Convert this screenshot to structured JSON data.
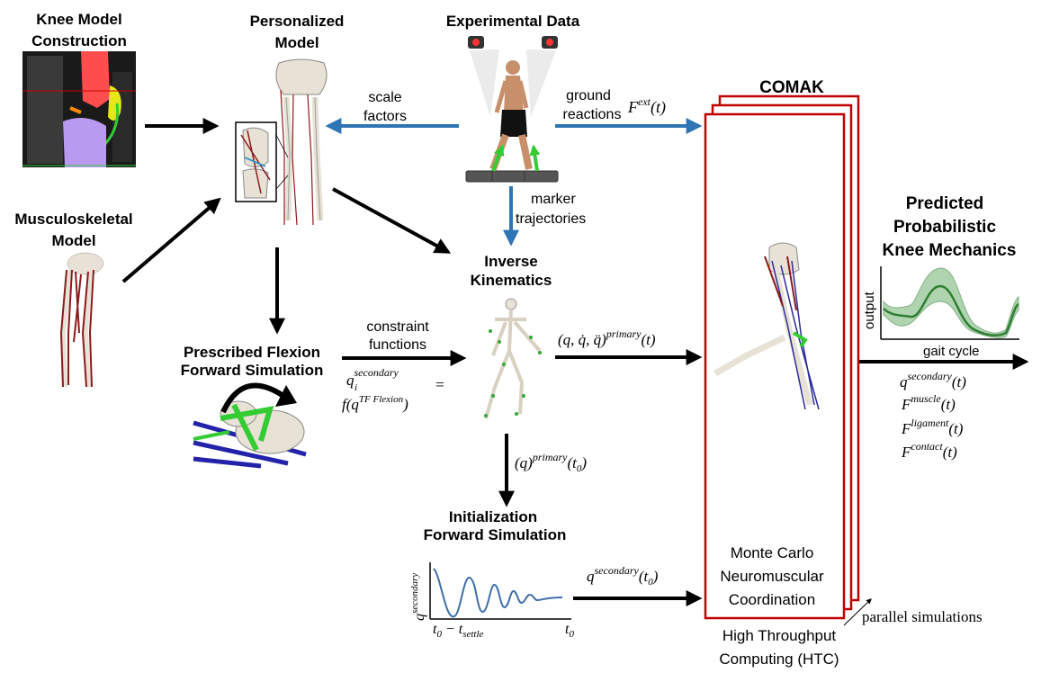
{
  "labels": {
    "knee_model": [
      "Knee Model",
      "Construction"
    ],
    "personalized": [
      "Personalized",
      "Model"
    ],
    "experimental": "Experimental Data",
    "comak": "COMAK",
    "musculoskeletal": [
      "Musculoskeletal",
      "Model"
    ],
    "scale_factors": [
      "scale",
      "factors"
    ],
    "ground_reactions": [
      "ground",
      "reactions"
    ],
    "fext": "F",
    "fext_sup": "ext",
    "fext_arg": "(t)",
    "marker_traj": [
      "marker",
      "trajectories"
    ],
    "inverse_kin": [
      "Inverse",
      "Kinematics"
    ],
    "predicted": [
      "Predicted",
      "Probabilistic",
      "Knee Mechanics"
    ],
    "output_axis": "output",
    "gait_axis": "gait cycle",
    "prescribed": [
      "Prescribed Flexion",
      "Forward Simulation"
    ],
    "constraint": [
      "constraint",
      "functions"
    ],
    "q_primary": "(q, q̇, q̈)",
    "q_primary_sup": "primary",
    "q_primary_arg": "(t)",
    "q_secondary_i": "q",
    "q_secondary_i_sub": "i",
    "q_secondary_i_sup": "secondary",
    "equals": "=",
    "f_flex": "f(q",
    "f_flex_sup": "TF Flexion",
    "f_flex_close": ")",
    "q0_primary": "(q)",
    "q0_primary_sup": "primary",
    "q0_primary_arg": "(t",
    "q0_sub": "0",
    "q0_close": ")",
    "initialization": [
      "Initialization",
      "Forward Simulation"
    ],
    "q_secondary_axis": "q",
    "q_secondary_axis_sup": "secondary",
    "t0_minus": "t",
    "t0_minus_sub": "0",
    "t_settle": " − t",
    "t_settle_sub": "settle",
    "t0_end": "t",
    "t0_end_sub": "0",
    "q_sec_t0": "q",
    "q_sec_t0_sup": "secondary",
    "q_sec_t0_arg": "(t",
    "q_sec_t0_sub": "0",
    "q_sec_t0_close": ")",
    "monte_carlo": [
      "Monte Carlo",
      "Neuromuscular",
      "Coordination"
    ],
    "high_throughput": [
      "High Throughput",
      "Computing (HTC)"
    ],
    "parallel": "parallel simulations",
    "outputs": [
      {
        "base": "q",
        "sup": "secondary",
        "arg": "(t)"
      },
      {
        "base": "F",
        "sup": "muscle",
        "arg": "(t)"
      },
      {
        "base": "F",
        "sup": "ligament",
        "arg": "(t)"
      },
      {
        "base": "F",
        "sup": "contact",
        "arg": "(t)"
      }
    ]
  },
  "colors": {
    "arrow_black": "#000000",
    "arrow_blue": "#2e75b6",
    "comak_red": "#c00000",
    "plot_green": "#2e7d32",
    "plot_band": "#7cb87c",
    "oscillation": "#3e6fa8",
    "muscle_red": "#8b1a1a",
    "bone": "#e8e2d6",
    "ligament_green": "#33cc33",
    "ligament_blue": "#2222aa"
  },
  "icons": [
    "mri-image",
    "bone-model",
    "walking-person",
    "camera",
    "force-plate",
    "skeleton",
    "knee-joint",
    "rotation-arrow"
  ]
}
